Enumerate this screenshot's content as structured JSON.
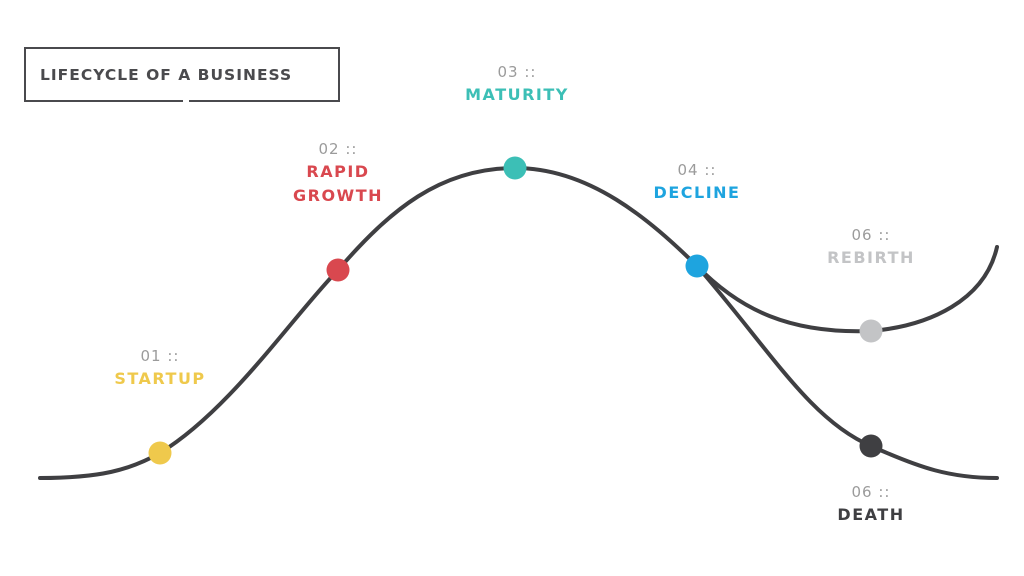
{
  "title": "LIFECYCLE OF A BUSINESS",
  "line_color": "#3f3f42",
  "stages": [
    {
      "id": "startup",
      "number": "01 ::",
      "name": "STARTUP",
      "color": "#efc94c"
    },
    {
      "id": "rapid-growth",
      "number": "02 ::",
      "name_lines": [
        "RAPID",
        "GROWTH"
      ],
      "color": "#d9484f"
    },
    {
      "id": "maturity",
      "number": "03 ::",
      "name": "MATURITY",
      "color": "#3cbfb6"
    },
    {
      "id": "decline",
      "number": "04 ::",
      "name": "DECLINE",
      "color": "#1ea4df"
    },
    {
      "id": "rebirth",
      "number": "06 ::",
      "name": "REBIRTH",
      "color": "#c3c4c6"
    },
    {
      "id": "death",
      "number": "06 ::",
      "name": "DEATH",
      "color": "#3f3f42"
    }
  ]
}
